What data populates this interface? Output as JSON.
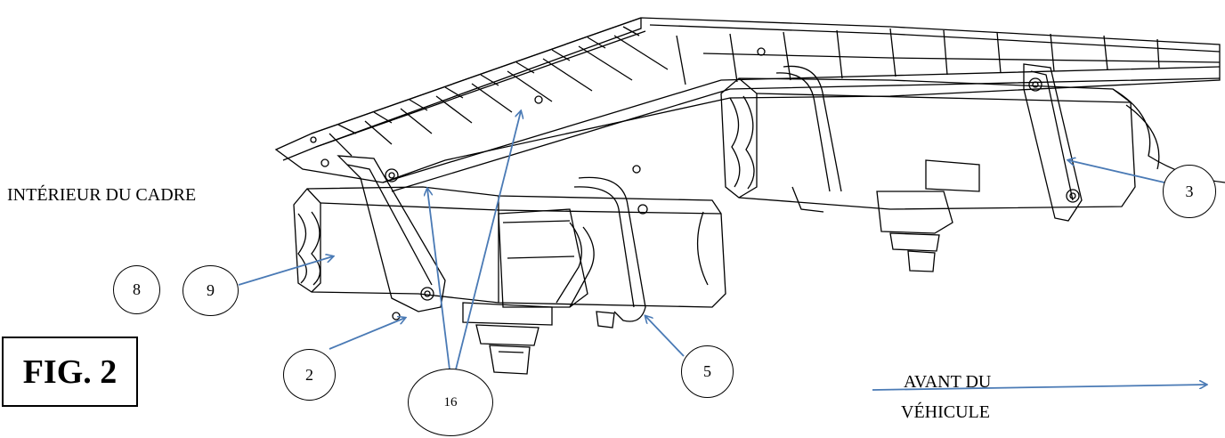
{
  "figure_label": "FIG. 2",
  "labels": {
    "frame_interior": "INTÉRIEUR DU CADRE",
    "vehicle_front_line1": "AVANT DU",
    "vehicle_front_line2": "VÉHICULE"
  },
  "balloons": {
    "b2": "2",
    "b3": "3",
    "b5": "5",
    "b8": "8",
    "b9": "9",
    "b16": "16"
  },
  "colors": {
    "leader_arrow": "#4a7ab5",
    "line": "#000000",
    "background": "#ffffff"
  }
}
